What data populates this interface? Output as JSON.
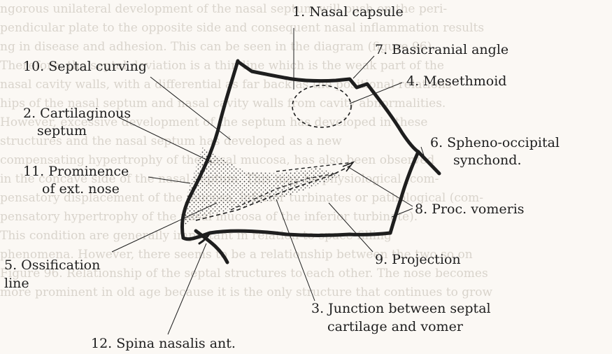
{
  "background_text": [
    "ngorous unilateral development of the nasal septum will push on the peri-",
    "pendicular plate to the opposite side and consequent nasal inflammation results",
    "ng in disease and adhesion. This can be seen in the diagram (figure 96).",
    "Therefore, the septal deviation is a thin line which is the weak part of the",
    "nasal cavity walls, with a differential as far back as the positional relations",
    "hips of the nasal septum and nasal cavity walls from cavity abnormalities.",
    "However, excessive development of the septum has developed in these",
    "structures and the nasal septum has developed as a new",
    "compensating hypertrophy of the nasal mucosa, has also been observed",
    "in the concave side of the nasal septum. This may be physiological (com-",
    "pensatory displacement of the mucosa, inferior turbinates or pathological (com-",
    "pensatory hypertrophy of the nasal mucosa of the inferior turbinate).",
    "This condition are generally important in relation to space-filling",
    "phenomena. However, there seems to be a relationship between the two so on",
    "Figure 96. Relationship of the septal structures to each other. The nose becomes",
    "more prominent in old age because it is the only structure that continues to grow"
  ],
  "labels": {
    "nasal_capsule": "1. Nasal capsule",
    "basicranial_angle": "7. Basicranial angle",
    "septal_curving": "10. Septal curving",
    "mesethmoid": "4. Mesethmoid",
    "cartilaginous_1": "2. Cartilaginous",
    "cartilaginous_2": "septum",
    "spheno_1": "6. Spheno-occipital",
    "spheno_2": "synchond.",
    "prominence_1": "11. Prominence",
    "prominence_2": "of ext. nose",
    "proc_vomeris": "8. Proc. vomeris",
    "ossification_1": "5. Ossification",
    "ossification_2": "line",
    "projection": "9. Projection",
    "junction_1": "3. Junction between septal",
    "junction_2": "cartilage and vomer",
    "spina": "12. Spina nasalis ant."
  }
}
